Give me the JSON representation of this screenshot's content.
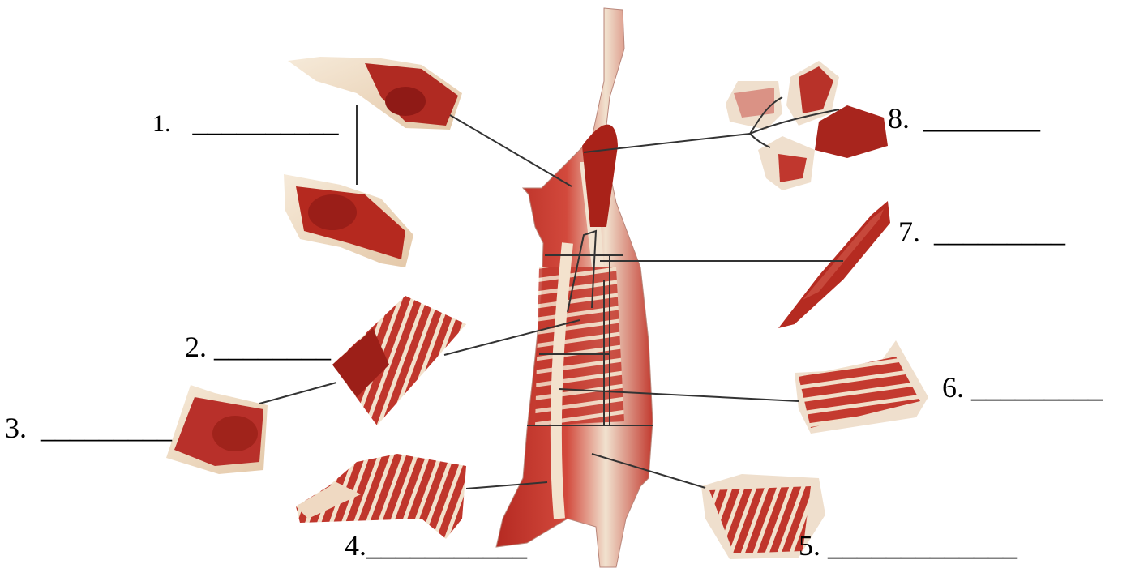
{
  "labels": [
    {
      "number": "1.",
      "blank": "__________"
    },
    {
      "number": "2.",
      "blank": "________"
    },
    {
      "number": "3.",
      "blank": "_________"
    },
    {
      "number": "4.",
      "blank": "___________"
    },
    {
      "number": "5.",
      "blank": "_____________"
    },
    {
      "number": "6.",
      "blank": "_________"
    },
    {
      "number": "7.",
      "blank": "_________"
    },
    {
      "number": "8.",
      "blank": "________"
    }
  ],
  "colors": {
    "meat_dark": "#9e1a17",
    "meat_mid": "#c4302a",
    "meat_light": "#d9574a",
    "fat": "#f3e6d4",
    "fat_shade": "#e6cdb0",
    "bone": "#f0dcc6",
    "line": "#333333"
  }
}
